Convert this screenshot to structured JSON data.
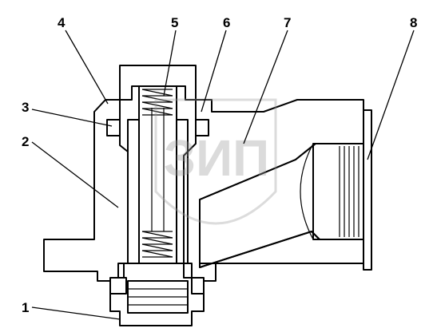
{
  "diagram": {
    "callouts": [
      {
        "id": "1",
        "text": "1"
      },
      {
        "id": "2",
        "text": "2"
      },
      {
        "id": "3",
        "text": "3"
      },
      {
        "id": "4",
        "text": "4"
      },
      {
        "id": "5",
        "text": "5"
      },
      {
        "id": "6",
        "text": "6"
      },
      {
        "id": "7",
        "text": "7"
      },
      {
        "id": "8",
        "text": "8"
      }
    ],
    "colors": {
      "line": "#000000",
      "hatch": "#000000",
      "watermark": "#9a9a9a",
      "background": "#ffffff"
    },
    "watermark": {
      "kind": "logo-emblem",
      "lettering": "ЗИП"
    }
  }
}
